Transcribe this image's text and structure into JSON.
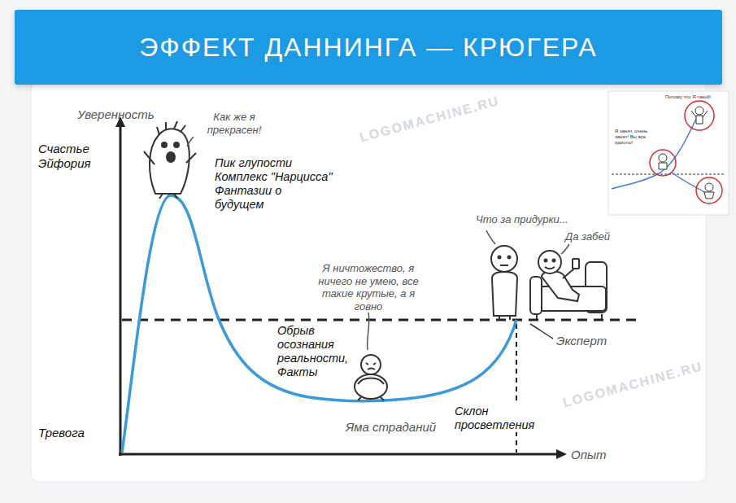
{
  "diagram": {
    "title": "ЭФФЕКТ ДАННИНГА — КРЮГЕРА",
    "labels": [
      "Уверенность",
      "Опыт",
      "Счастье Эйфория",
      "Тревога",
      "Как же я прекрасен!",
      "Пик глупости Комплекс \"Нарцисса\" Фантазии о будущем",
      "Я ничтожество, я ничего не умею, все такие крутые, а я говно",
      "Обрыв осознания реальности, Факты",
      "Яма страданий",
      "Склон просветления",
      "Что за придурки...",
      "Да забей",
      "Эксперт",
      "Потому что Я такой!",
      "Я занят, очень занят! Вы все идиоты!",
      "LOGOMACHINE.RU",
      "LOGOMACHINE.RU"
    ]
  }
}
